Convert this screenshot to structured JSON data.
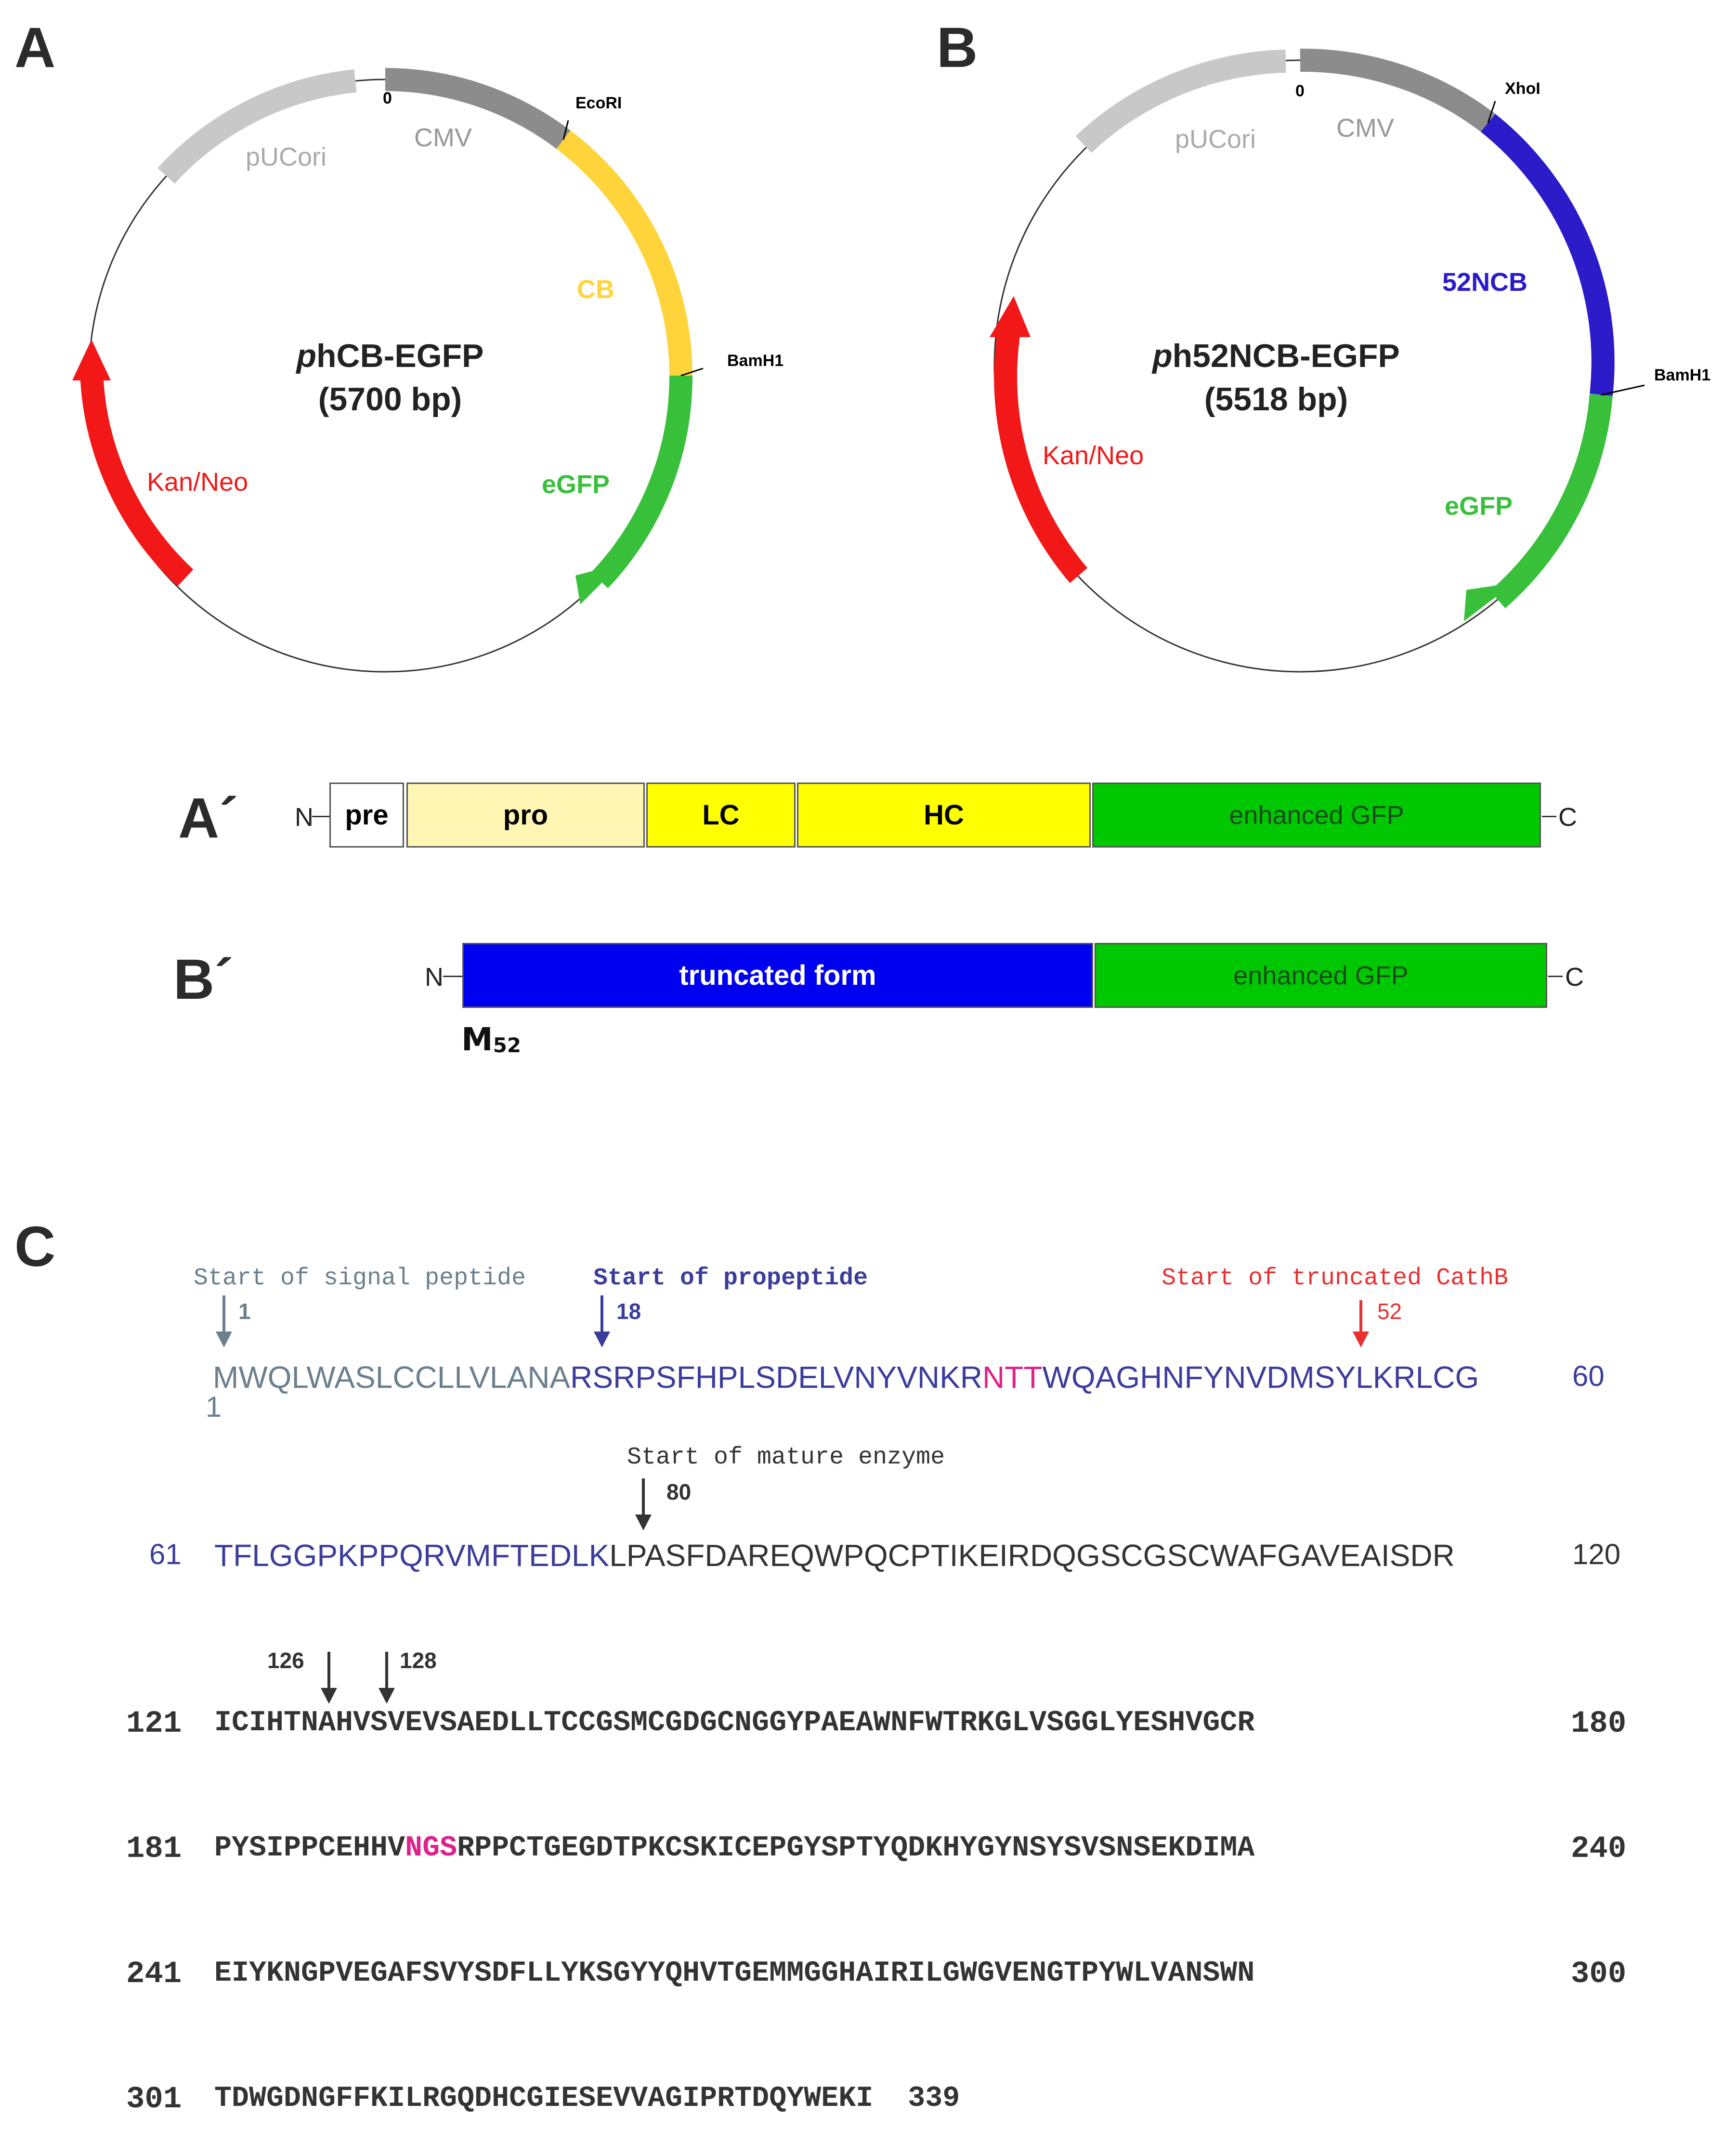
{
  "panel_a": {
    "letter": "A",
    "plasmid_italic": "p",
    "plasmid_rest": "hCB-EGFP",
    "size": "(5700 bp)",
    "origin": "0",
    "features": {
      "cmv": "CMV",
      "ori": "pUCori",
      "cb": "CB",
      "egfp": "eGFP",
      "kan": "Kan/Neo"
    },
    "sites": {
      "site1": "EcoRI",
      "site2": "BamH1"
    }
  },
  "panel_b": {
    "letter": "B",
    "plasmid_italic": "p",
    "plasmid_rest": "h52NCB-EGFP",
    "size": "(5518 bp)",
    "origin": "0",
    "features": {
      "cmv": "CMV",
      "ori": "pUCori",
      "ncb": "52NCB",
      "egfp": "eGFP",
      "kan": "Kan/Neo"
    },
    "sites": {
      "site1": "XhoI",
      "site2": "BamH1"
    }
  },
  "panel_a2": {
    "letter": "A´",
    "n": "N",
    "c": "C",
    "domains": {
      "pre": "pre",
      "pro": "pro",
      "lc": "LC",
      "hc": "HC",
      "gfp": "enhanced GFP"
    }
  },
  "panel_b2": {
    "letter": "B´",
    "n": "N",
    "c": "C",
    "domains": {
      "trunc": "truncated form",
      "gfp": "enhanced GFP"
    },
    "start_m": "M",
    "start_sub": "52"
  },
  "panel_c": {
    "letter": "C",
    "labels": {
      "signal": "Start of signal peptide",
      "propeptide": "Start of propeptide",
      "truncated": "Start of truncated CathB",
      "mature": "Start of mature enzyme"
    },
    "markers": {
      "m1": "1",
      "m18": "18",
      "m52": "52",
      "m80": "80",
      "m126": "126",
      "m128": "128"
    },
    "lines": [
      {
        "start": "1",
        "end": "60",
        "segments": [
          "MWQLWASLCCLLVLANA",
          "RSRPSFHPLSDELVNYVNKR",
          "NTT",
          "WQAGHNFYNVDMSYLKRLCG"
        ]
      },
      {
        "start": "61",
        "end": "120",
        "segments": [
          "TFLGGPKPPQRVMFTEDLK",
          "LPASFDAREQWPQCPTIKEIRDQGSCGSCWAFGAVEAISDR"
        ]
      },
      {
        "start": "121",
        "end": "180",
        "segments": [
          "ICIHTNAHVSVEVSAEDLLTCCGSMCGDGCNGGYPAEAWNFWTRKGLVSGGLYESHVGCR"
        ]
      },
      {
        "start": "181",
        "end": "240",
        "segments": [
          "PYSIPPCEHHV",
          "NGS",
          "RPPCTGEGDTPKCSKICEPGYSPTYQDKHYGYNSYSVSNSEKDIMA"
        ]
      },
      {
        "start": "241",
        "end": "300",
        "segments": [
          "EIYKNGPVEGAFSVYSDFLLYKSGYYQHVTGEMMGGHAIRILGWGVENGTPYWLVANSWN"
        ]
      },
      {
        "start": "301",
        "end": "339",
        "segments": [
          "TDWGDNGFFKILRGQDHCGIESEVVAGIPRTDQYWEKI"
        ]
      }
    ]
  },
  "colors": {
    "grey_light": "#c8c8c8",
    "grey_dark": "#8c8c8c",
    "cb_yellow": "#ffd43b",
    "ncb_blue": "#2b1bc8",
    "egfp_green": "#39c03b",
    "kan_red": "#f21818",
    "signal_grey": "#6b7f8c",
    "propeptide_blue": "#3c3c9c",
    "glyco_pink": "#e0208c",
    "trunc_red": "#e83030",
    "mature_dark": "#333333"
  }
}
